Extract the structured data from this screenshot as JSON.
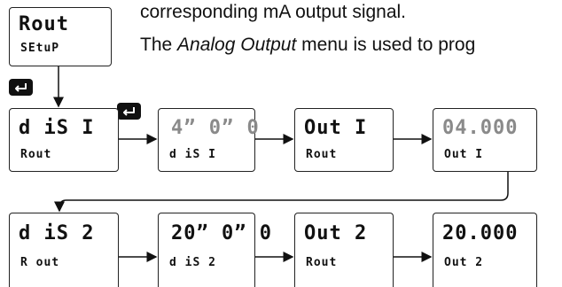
{
  "intro": {
    "line1": "corresponding mA output signal.",
    "line2_before": "The ",
    "line2_italic": "Analog Output",
    "line2_after": " menu is used to prog"
  },
  "top_box": {
    "top": "Rout",
    "bottom": "SEtuP"
  },
  "row1": [
    {
      "top": "d iS  I",
      "bottom": "Rout",
      "state": "active"
    },
    {
      "top": "4ˮ 0ˮ 0",
      "bottom": "d iS  I",
      "state": "flashing"
    },
    {
      "top": "Out  I",
      "bottom": "Rout",
      "state": "active"
    },
    {
      "top": "04.000",
      "bottom": "Out  I",
      "state": "flashing"
    }
  ],
  "row2": [
    {
      "top": "d iS  2",
      "bottom": "R out",
      "state": "active"
    },
    {
      "top": "20ˮ 0ˮ 0",
      "bottom": "d iS  2",
      "state": "flashing"
    },
    {
      "top": "Out  2",
      "bottom": "Rout",
      "state": "active"
    },
    {
      "top": "20.000",
      "bottom": "Out  2",
      "state": "flashing"
    }
  ],
  "icons": [
    "enter-key-icon"
  ],
  "colors": {
    "active": "#111111",
    "flashing": "#8a8a8a",
    "border": "#222222"
  }
}
